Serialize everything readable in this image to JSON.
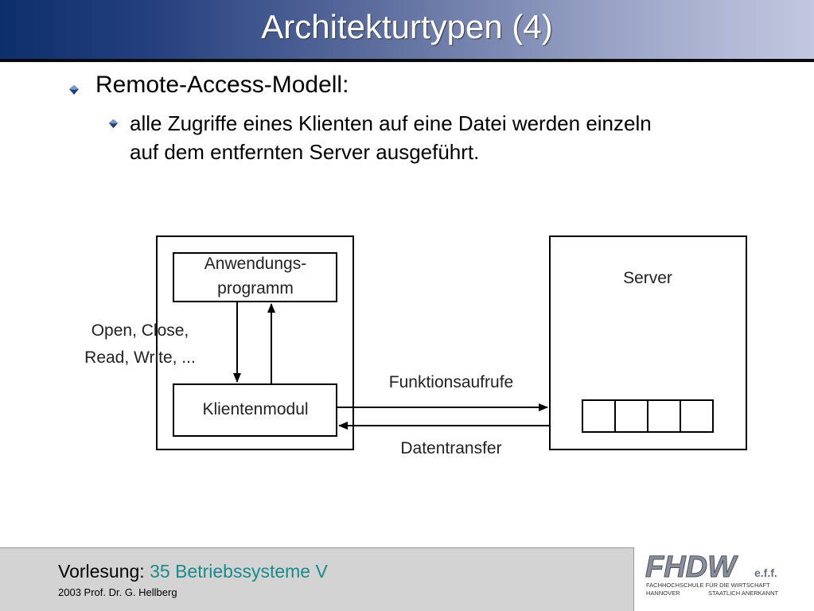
{
  "slide": {
    "title": "Architekturtypen (4)",
    "bullet_level1": "Remote-Access-Modell:",
    "bullet_level2_line1": "alle Zugriffe eines Klienten auf eine Datei werden einzeln",
    "bullet_level2_line2": "auf dem entfernten Server ausgeführt."
  },
  "diagram": {
    "app_box_line1": "Anwendungs-",
    "app_box_line2": "programm",
    "calls_line1": "Open, Close,",
    "calls_line2": "Read, Write, ...",
    "client_module": "Klientenmodul",
    "server": "Server",
    "function_calls": "Funktionsaufrufe",
    "data_transfer": "Datentransfer"
  },
  "footer": {
    "lecture_label": "Vorlesung:",
    "course": "35 Betriebssysteme V",
    "copyright": "2003 Prof. Dr. G. Hellberg"
  },
  "logo": {
    "wordmark": "FHDW",
    "suffix": "e.f.f.",
    "line1_left": "FACHHOCHSCHULE FÜR DIE WIRTSCHAFT",
    "line2_left": "HANNOVER",
    "line2_right": "STAATLICH ANERKANNT"
  }
}
